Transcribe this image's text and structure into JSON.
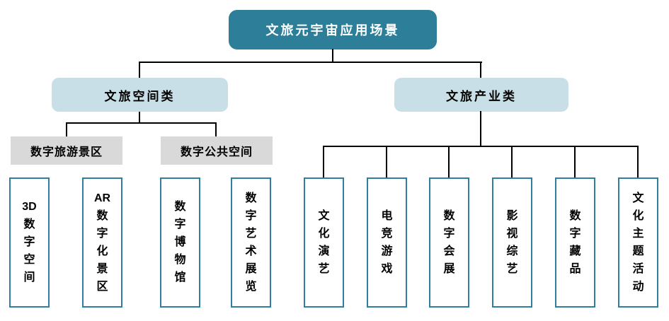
{
  "diagram": {
    "root": {
      "label": "文旅元宇宙应用场景"
    },
    "branches": [
      {
        "label": "文旅空间类",
        "groups": [
          {
            "label": "数字旅游景区",
            "items": [
              "3D数字空间",
              "AR数字化景区"
            ]
          },
          {
            "label": "数字公共空间",
            "items": [
              "数字博物馆",
              "数字艺术展览"
            ]
          }
        ]
      },
      {
        "label": "文旅产业类",
        "items": [
          "文化演艺",
          "电竞游戏",
          "数字会展",
          "影视综艺",
          "数字藏品",
          "文化主题活动"
        ]
      }
    ]
  },
  "colors": {
    "root_fill": "#2d7e99",
    "root_text": "#ffffff",
    "branch_fill": "#c9dfe7",
    "group_fill": "#d9d9d9",
    "leaf_border": "#2e7f9c",
    "connector": "#000000",
    "text": "#000000",
    "background": "#ffffff"
  }
}
